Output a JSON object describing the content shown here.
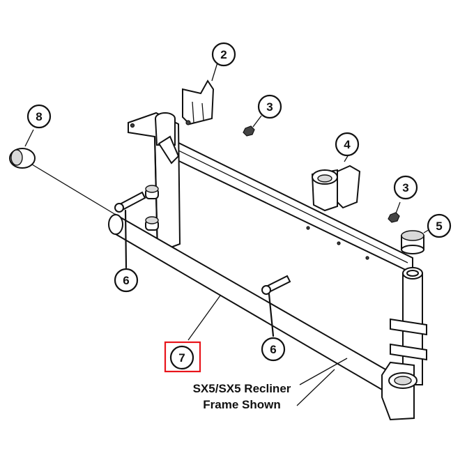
{
  "callouts": [
    {
      "id": "c2",
      "label": "2"
    },
    {
      "id": "c3a",
      "label": "3"
    },
    {
      "id": "c4",
      "label": "4"
    },
    {
      "id": "c3b",
      "label": "3"
    },
    {
      "id": "c5",
      "label": "5"
    },
    {
      "id": "c8",
      "label": "8"
    },
    {
      "id": "c6a",
      "label": "6"
    },
    {
      "id": "c6b",
      "label": "6"
    },
    {
      "id": "c7",
      "label": "7"
    }
  ],
  "caption": {
    "line1": "SX5/SX5 Recliner",
    "line2": "Frame Shown"
  },
  "highlight": {
    "callout": "7",
    "color": "#e8141b"
  }
}
